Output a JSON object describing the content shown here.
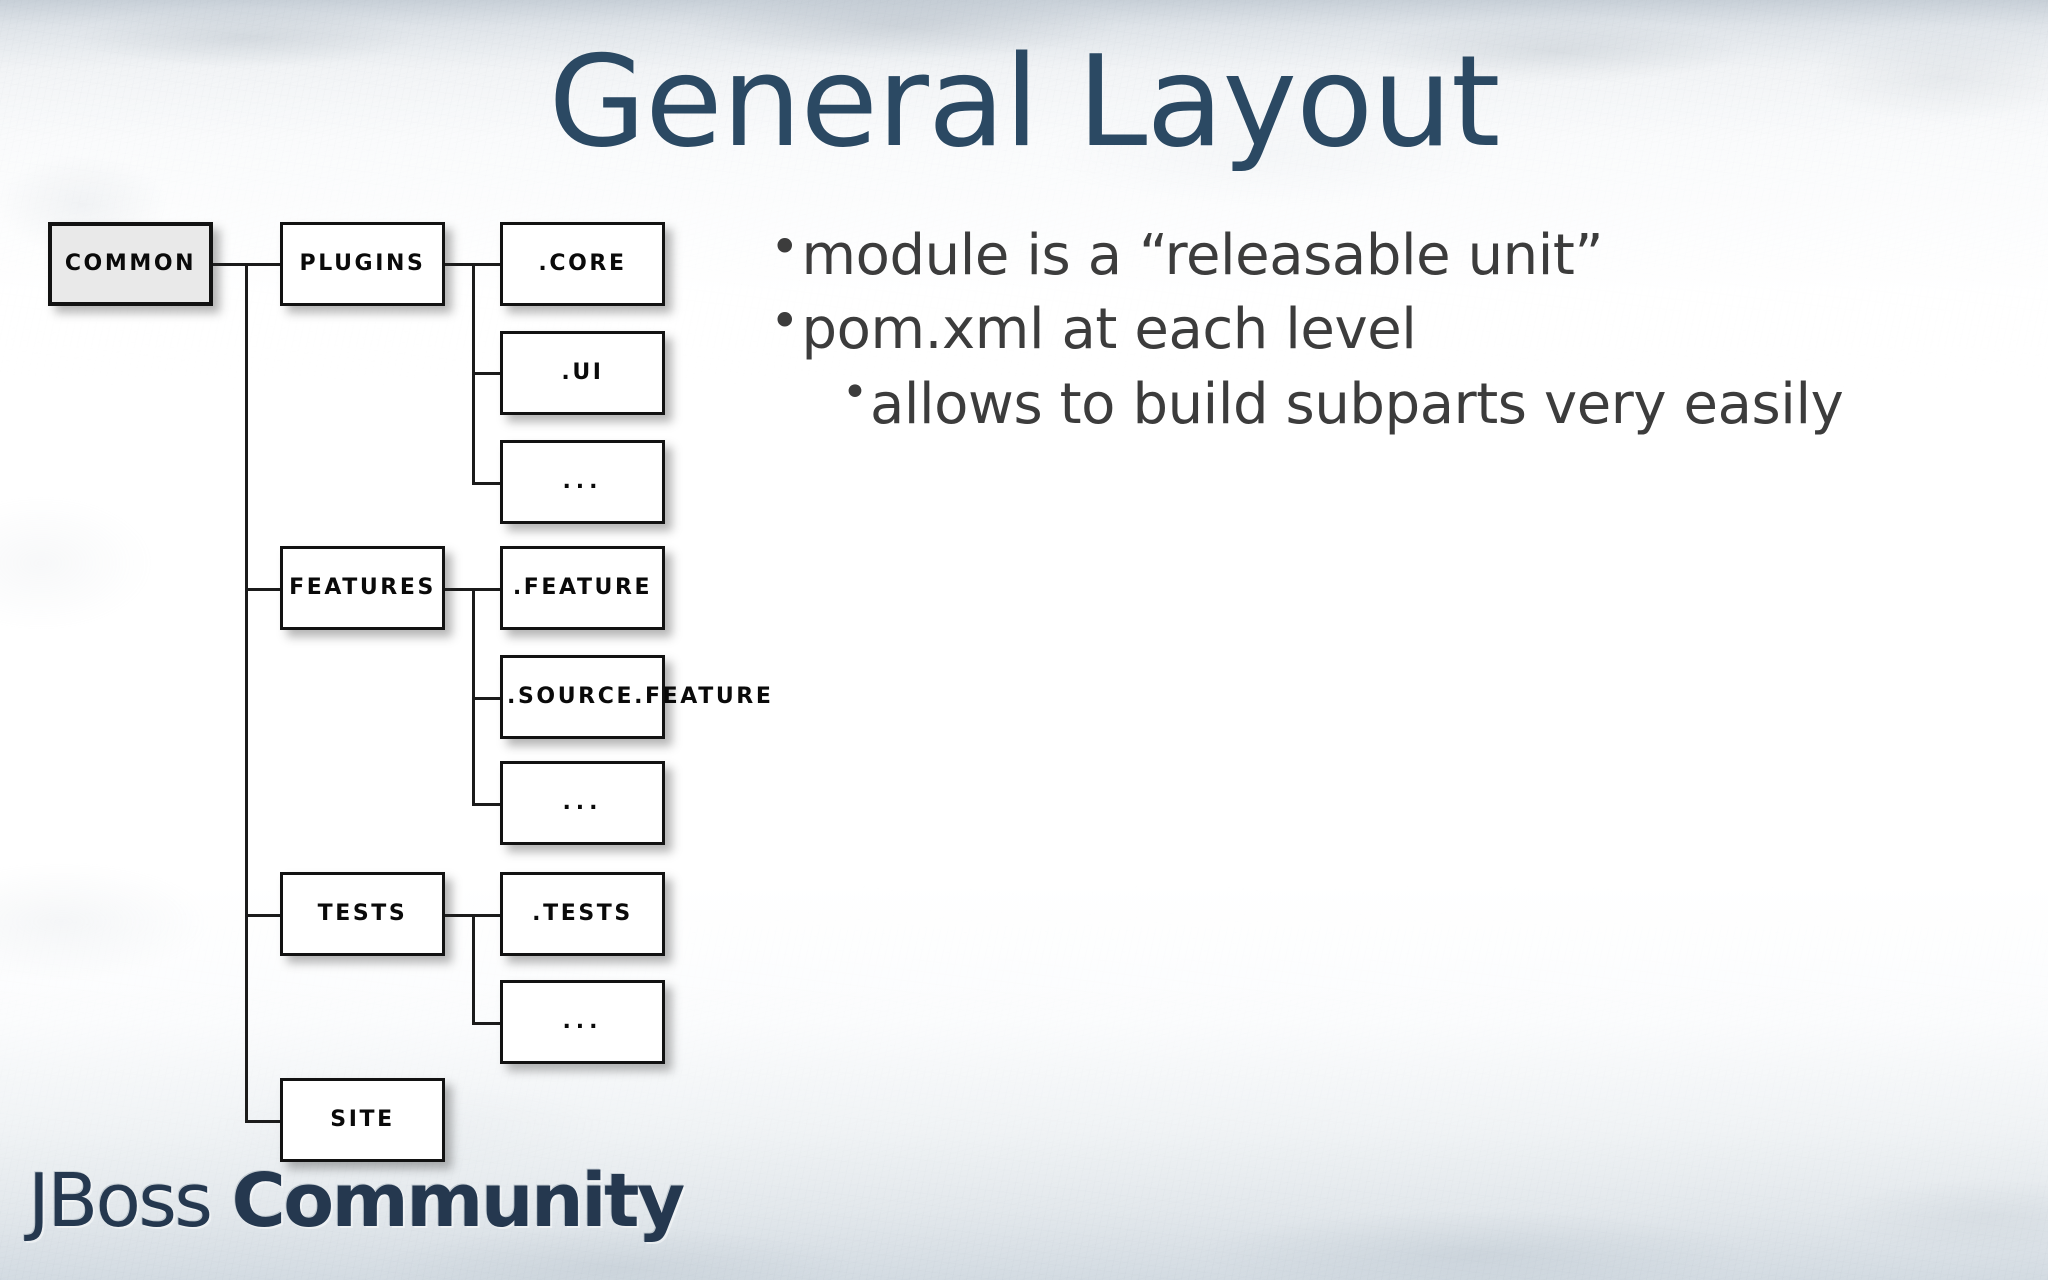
{
  "slide": {
    "title": "General Layout",
    "title_color": "#2b4963",
    "body_color": "#3c3c3c",
    "background": "#ffffff",
    "logo": {
      "part1": "JBoss ",
      "part2": "Community",
      "color": "#25384f"
    }
  },
  "diagram": {
    "type": "tree",
    "root": {
      "label": "COMMON",
      "fill": "#e9e9e9",
      "border": "#121212"
    },
    "branches": [
      {
        "label": "PLUGINS",
        "children": [
          {
            "label": ".CORE"
          },
          {
            "label": ".UI"
          },
          {
            "label": "..."
          }
        ]
      },
      {
        "label": "FEATURES",
        "children": [
          {
            "label": ".FEATURE"
          },
          {
            "label": ".SOURCE.FEATURE"
          },
          {
            "label": "..."
          }
        ]
      },
      {
        "label": "TESTS",
        "children": [
          {
            "label": ".TESTS"
          },
          {
            "label": "..."
          }
        ]
      },
      {
        "label": "SITE",
        "children": []
      }
    ]
  },
  "bullets": [
    {
      "level": 1,
      "marker": "•",
      "text": "module is a “releasable unit”"
    },
    {
      "level": 1,
      "marker": "•",
      "text": "pom.xml at each level"
    },
    {
      "level": 2,
      "marker": "•",
      "text": "allows to build subparts very easily"
    }
  ]
}
